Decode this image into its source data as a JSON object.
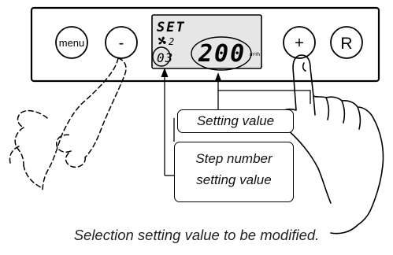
{
  "panel": {
    "buttons": {
      "menu": "menu",
      "minus": "-",
      "plus": "+",
      "reset": "R"
    },
    "display": {
      "mode": "SET",
      "fan_indicator": "2",
      "step_number": "03",
      "value": "200",
      "unit": "m³/h"
    }
  },
  "callouts": {
    "setting_value": "Setting value",
    "step_number_line1": "Step number",
    "step_number_line2": "setting value"
  },
  "caption": "Selection setting value to be modified."
}
